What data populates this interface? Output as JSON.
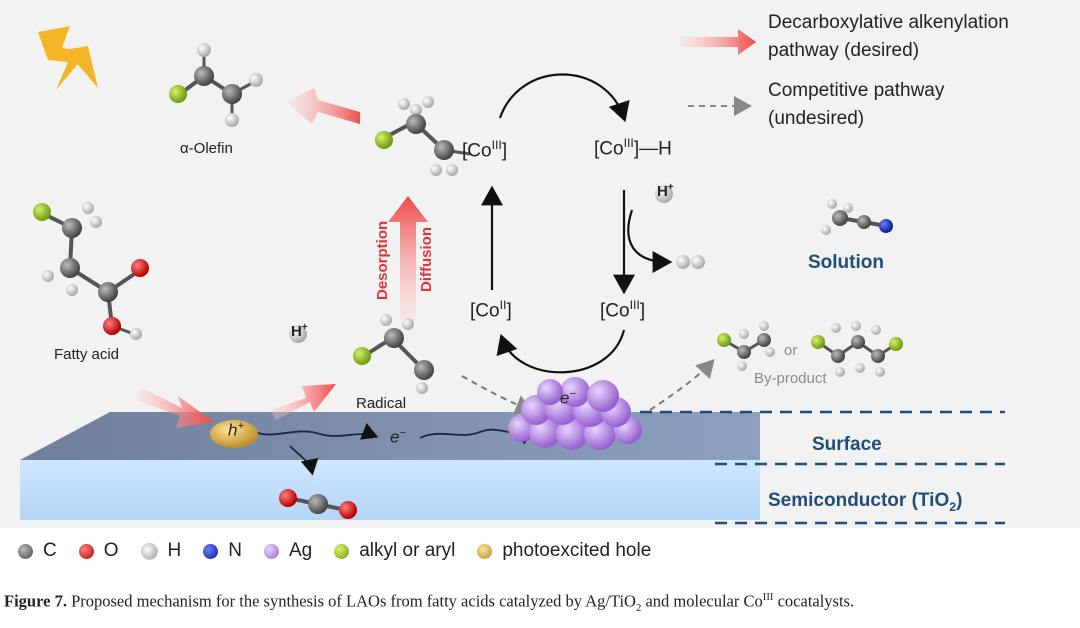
{
  "legend_top": {
    "desired": "Decarboxylative alkenylation",
    "desired2": "pathway (desired)",
    "competitive": "Competitive pathway",
    "competitive2": "(undesired)"
  },
  "labels": {
    "olefin": "α-Olefin",
    "fatty_acid": "Fatty acid",
    "radical": "Radical",
    "by_product": "By-product",
    "or": "or",
    "solution": "Solution",
    "surface": "Surface",
    "semiconductor": "Semiconductor (TiO",
    "semiconductor_sub": "2",
    "semiconductor_end": ")",
    "desorption": "Desorption",
    "diffusion": "Diffusion",
    "hplus_top": "H",
    "hplus_mid": "H",
    "hole": "h",
    "electron": "e",
    "electron_ag": "e"
  },
  "cycle": {
    "co_iii_alkyl": "[Co",
    "co_iii_h": "[Co",
    "co_ii": "[Co",
    "co_iii": "[Co",
    "h_suffix": "]—H",
    "sup_iii": "III",
    "sup_ii": "II",
    "close": "]"
  },
  "legend": {
    "items": [
      {
        "label": "C",
        "color": "#555555"
      },
      {
        "label": "O",
        "color": "#d41c1c"
      },
      {
        "label": "H",
        "color": "#e6e6e6"
      },
      {
        "label": "N",
        "color": "#1a2fb0"
      },
      {
        "label": "Ag",
        "color": "#b48ae0"
      },
      {
        "label": "alkyl or aryl",
        "color": "#9acd32"
      },
      {
        "label": "photoexcited hole",
        "color": "#d9b24a"
      }
    ]
  },
  "caption": {
    "fig": "Figure 7.",
    "text_a": " Proposed mechanism for the synthesis of LAOs from fatty acids catalyzed by Ag/TiO",
    "sub2": "2",
    "text_b": " and molecular Co",
    "sup3": "III",
    "text_c": " cocatalysts."
  }
}
